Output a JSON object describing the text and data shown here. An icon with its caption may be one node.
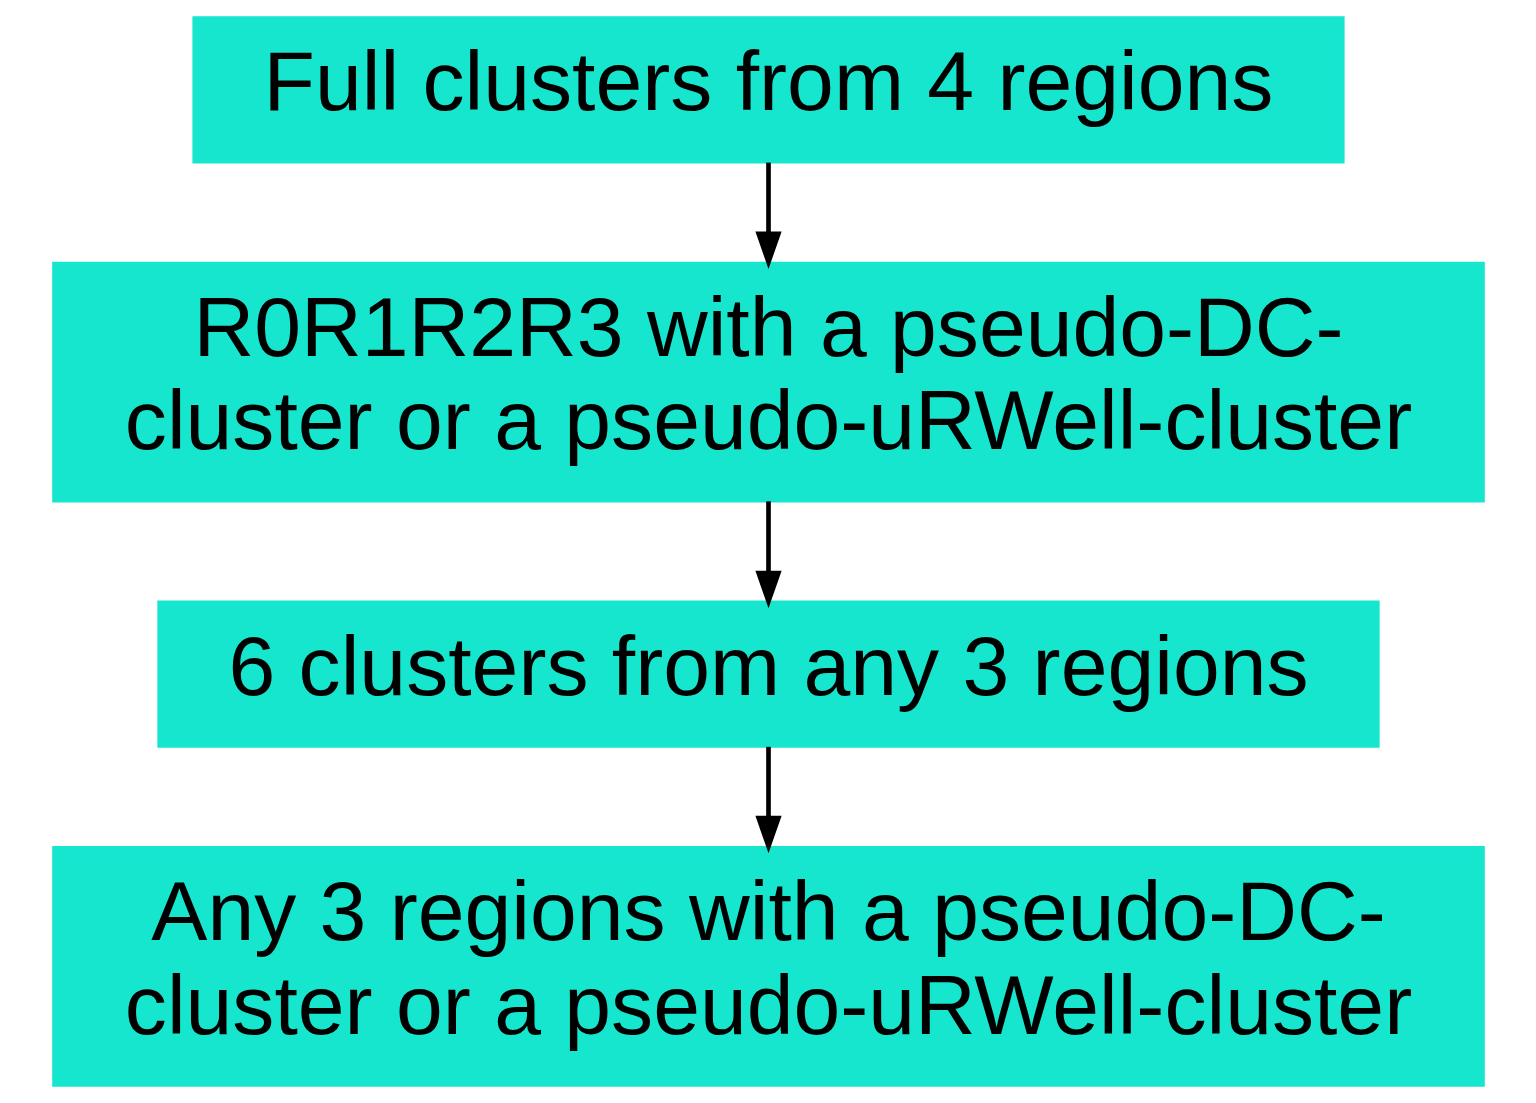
{
  "diagram": {
    "nodes": [
      {
        "text": [
          "Full clusters from 4 regions"
        ]
      },
      {
        "text": [
          "R0R1R2R3 with a pseudo-DC- cluster or a pseudo-uRWell-cluster"
        ]
      },
      {
        "text": [
          "6 clusters from any 3 regions"
        ]
      },
      {
        "text": [
          "Any 3 regions with a pseudo-DC- cluster or a pseudo-uRWell-cluster"
        ]
      }
    ],
    "edges": [
      {
        "from": 0,
        "to": 1,
        "arrow": "to"
      },
      {
        "from": 1,
        "to": 2,
        "arrow": "to"
      },
      {
        "from": 2,
        "to": 3,
        "arrow": "to"
      }
    ]
  }
}
